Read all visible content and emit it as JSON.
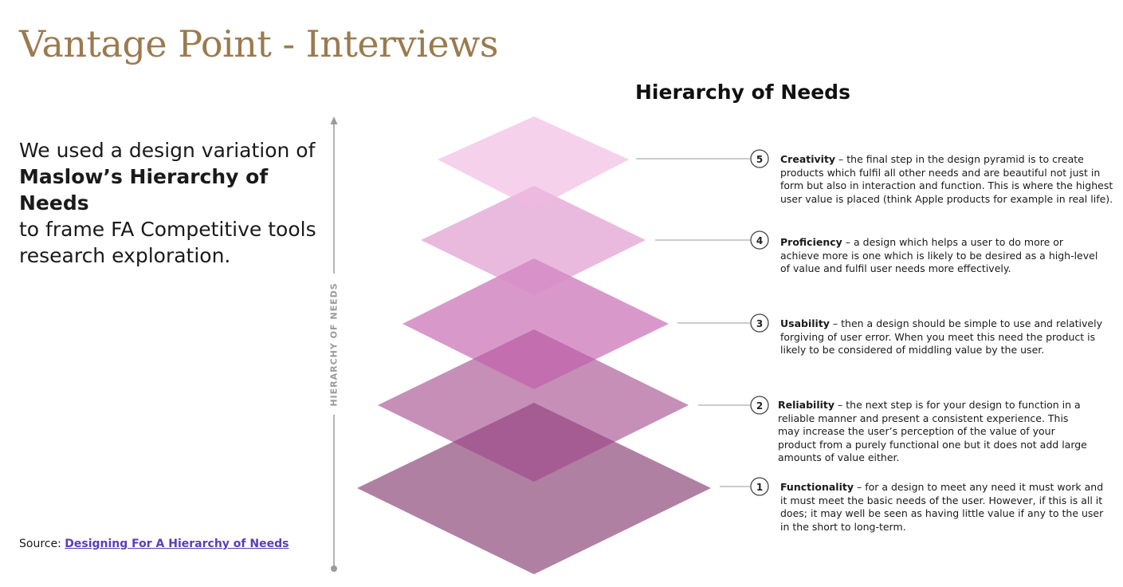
{
  "page_title": "Vantage Point - Interviews",
  "intro": {
    "line1": "We used a design variation of",
    "line2_bold": "Maslow’s Hierarchy of Needs",
    "line3": "to frame FA Competitive tools",
    "line4": "research exploration."
  },
  "source": {
    "prefix": "Source:",
    "link_text": "Designing For A Hierarchy of Needs"
  },
  "diagram": {
    "title": "Hierarchy of Needs",
    "axis_label": "HIERARCHY OF NEEDS",
    "levels": [
      {
        "number": "5",
        "name": "Creativity",
        "description": " – the final step in the design pyramid is to create products which fulfil all other needs and are beautiful not just in form but also in interaction and function. This is where the highest user value is placed (think Apple products for example in real life).",
        "color": "#f0b8e0"
      },
      {
        "number": "4",
        "name": "Proficiency",
        "description": " – a design which helps a user to do more or achieve more is one which is likely to be desired as a high-level of value and fulfil user needs more effectively.",
        "color": "#da8cc8"
      },
      {
        "number": "3",
        "name": "Usability",
        "description": " – then a design should be simple to use and relatively forgiving of user error. When you meet this need the product is likely to be considered of middling value by the user.",
        "color": "#c05aaa"
      },
      {
        "number": "2",
        "name": "Reliability",
        "description": " – the next step is for your design to function in a reliable manner and present a consistent experience. This may increase the user’s perception of the value of your product from a purely functional one but it does not add large amounts of value either.",
        "color": "#9e4488"
      },
      {
        "number": "1",
        "name": "Functionality",
        "description": " – for a design to meet any need it must work and it must meet the basic needs of the user. However, if this is all it does; it may well be seen as having little value if any to the user in the short to long-term.",
        "color": "#8f4a7c"
      }
    ]
  },
  "colors": {
    "title": "#9b7a4e",
    "link": "#5b3db5",
    "axis": "#9a9a9a"
  }
}
